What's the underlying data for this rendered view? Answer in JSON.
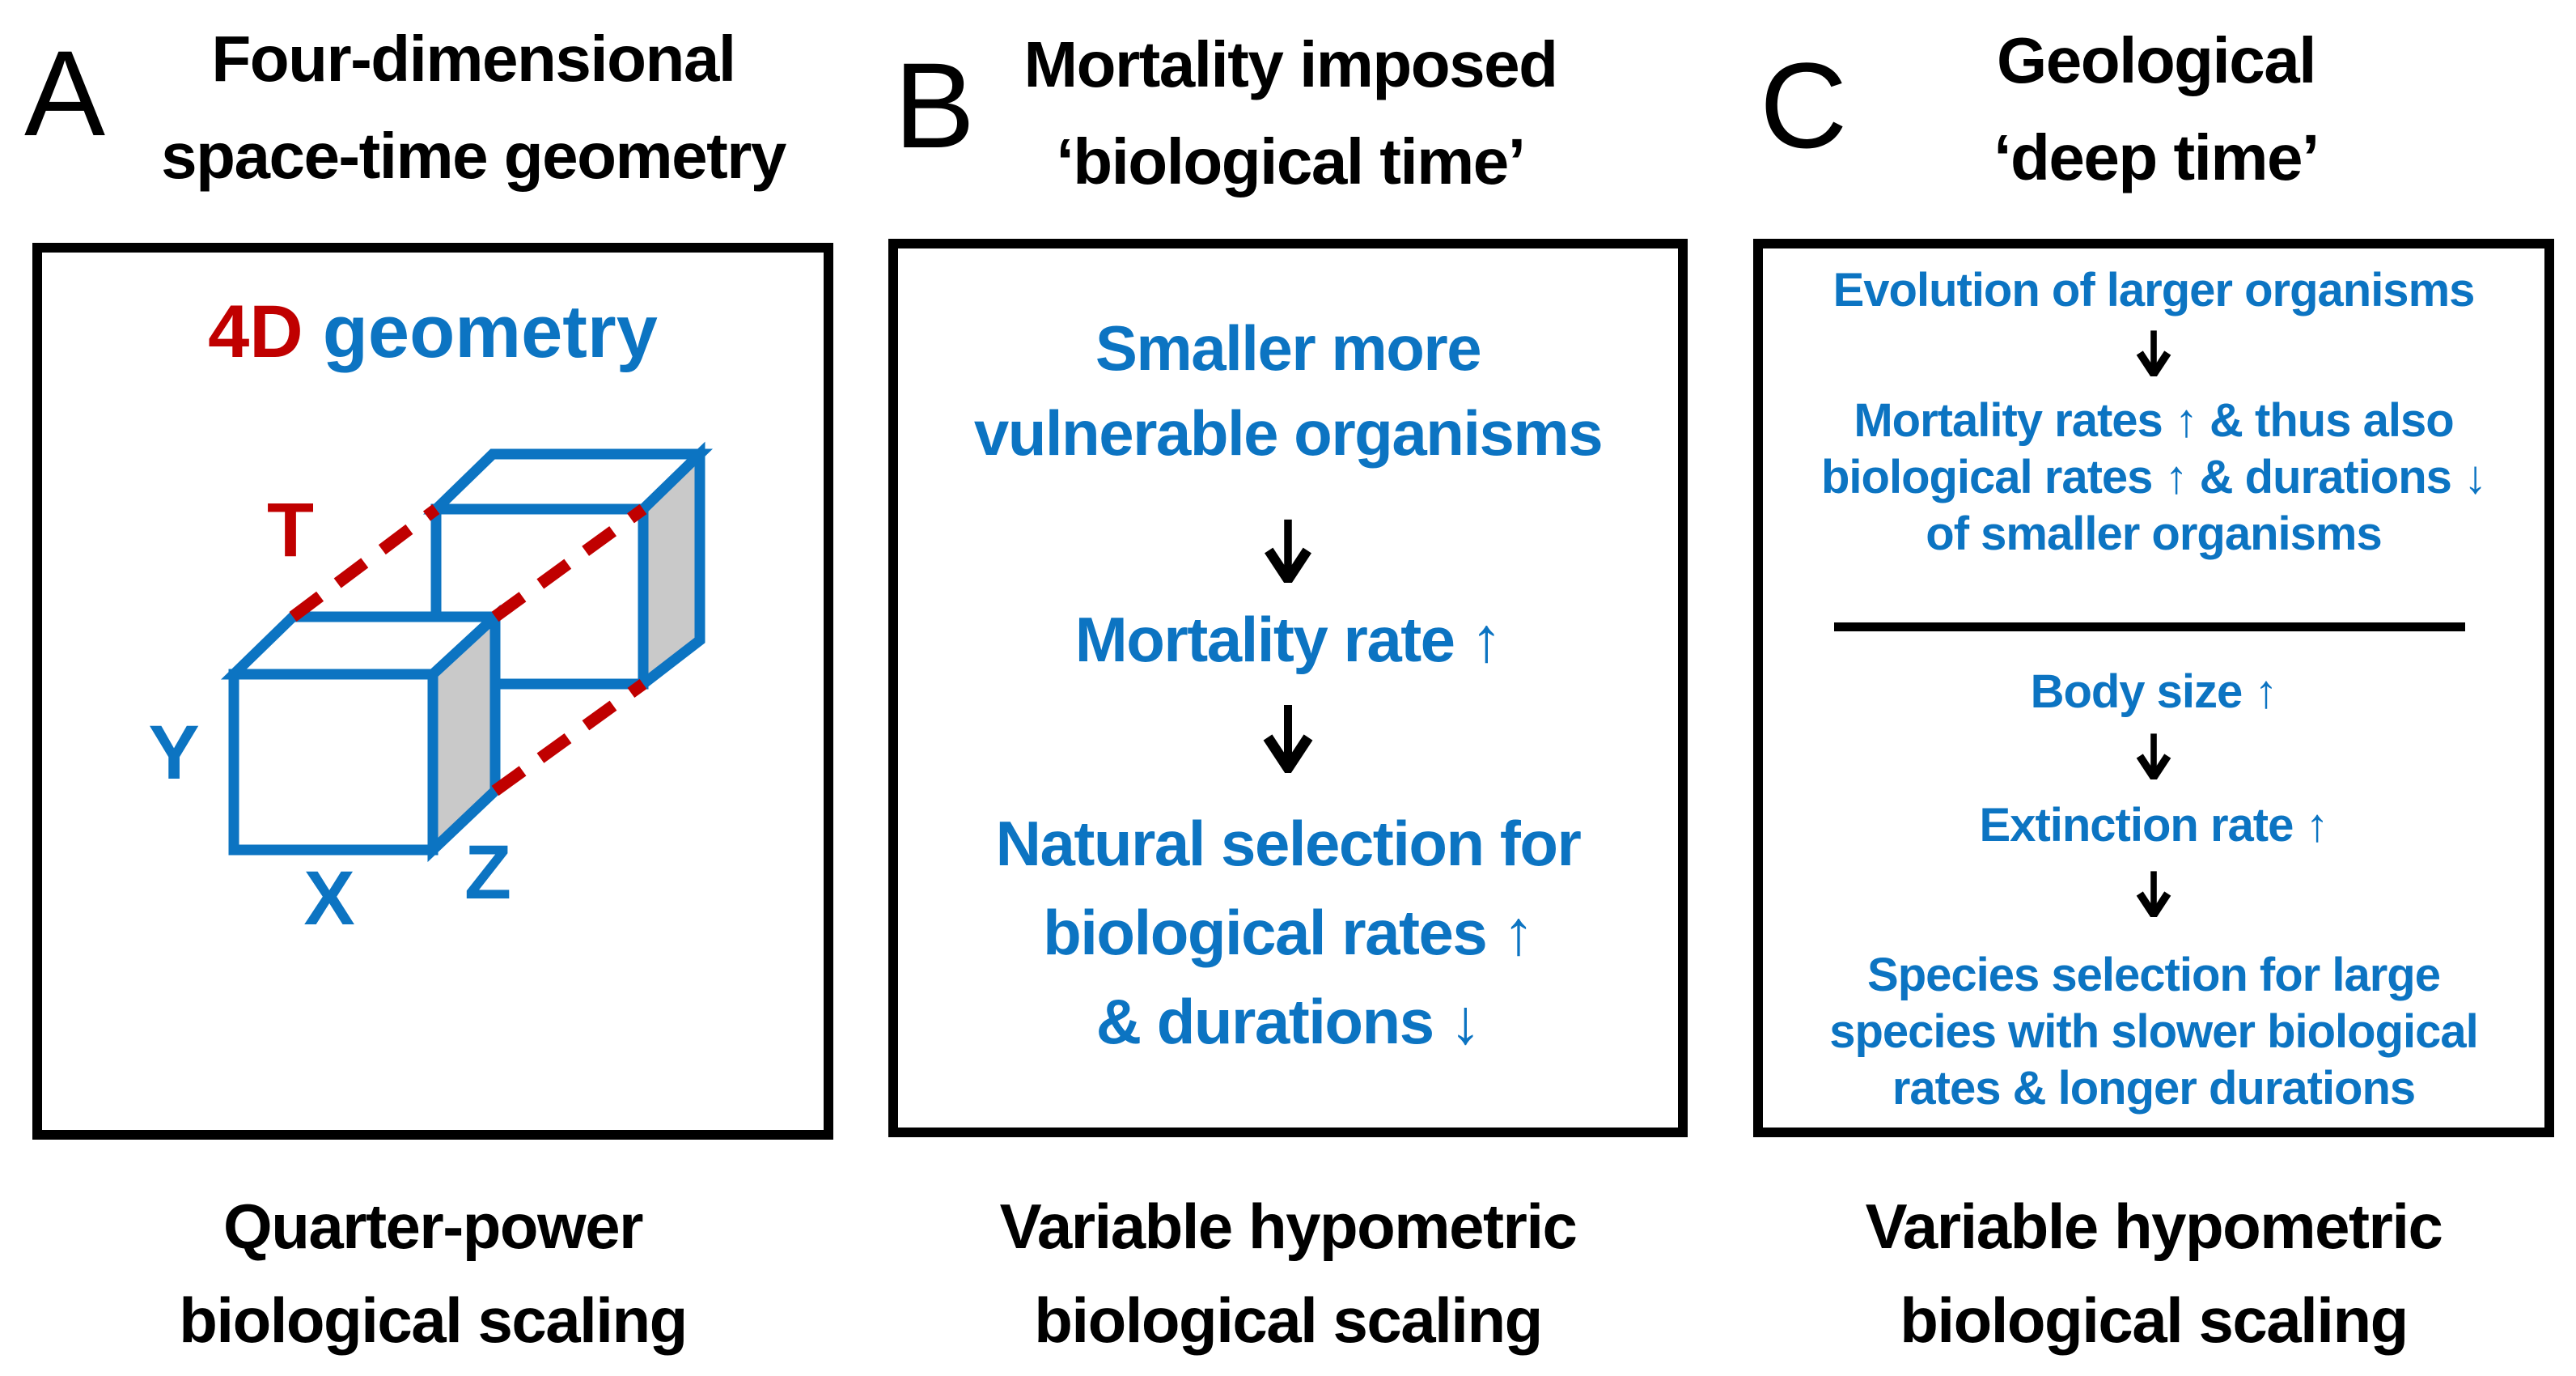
{
  "figure": {
    "panels": [
      {
        "letter": "A",
        "title": [
          "Four-dimensional",
          "space-time geometry"
        ],
        "box": {
          "heading": {
            "red": "4D",
            "blue": "geometry"
          },
          "labels": {
            "t": "T",
            "x": "X",
            "y": "Y",
            "z": "Z"
          }
        },
        "caption": [
          "Quarter-power",
          "biological scaling"
        ]
      },
      {
        "letter": "B",
        "title": [
          "Mortality imposed",
          "‘biological time’"
        ],
        "box": {
          "step1": [
            "Smaller more",
            "vulnerable organisms"
          ],
          "step2": [
            "Mortality rate ↑"
          ],
          "step3": [
            "Natural selection for",
            "biological rates ↑",
            "& durations ↓"
          ]
        },
        "caption": [
          "Variable hypometric",
          "biological scaling"
        ]
      },
      {
        "letter": "C",
        "title": [
          "Geological",
          "‘deep time’"
        ],
        "box": {
          "step1": [
            "Evolution of larger organisms"
          ],
          "step2": [
            "Mortality rates ↑ & thus also",
            "biological rates ↑ & durations ↓",
            "of smaller organisms"
          ],
          "step3": [
            "Body size ↑"
          ],
          "step4": [
            "Extinction rate ↑"
          ],
          "step5": [
            "Species selection for large",
            "species with slower biological",
            "rates & longer durations"
          ]
        },
        "caption": [
          "Variable hypometric",
          "biological scaling"
        ]
      }
    ],
    "colors": {
      "blue": "#0C74C2",
      "red": "#C00000",
      "gray": "#C9C9C9",
      "black": "#000000"
    }
  }
}
